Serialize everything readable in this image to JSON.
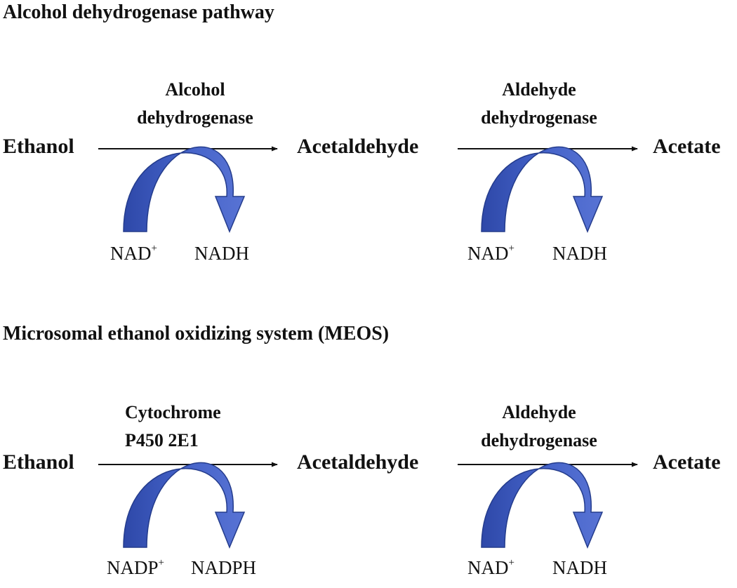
{
  "pathways": [
    {
      "title": "Alcohol dehydrogenase pathway",
      "nodes": [
        "Ethanol",
        "Acetaldehyde",
        "Acetate"
      ],
      "steps": [
        {
          "enzyme_line1": "Alcohol",
          "enzyme_line2": "dehydrogenase",
          "cofactor_in": "NAD",
          "cofactor_in_sup": "+",
          "cofactor_out": "NADH"
        },
        {
          "enzyme_line1": "Aldehyde",
          "enzyme_line2": "dehydrogenase",
          "cofactor_in": "NAD",
          "cofactor_in_sup": "+",
          "cofactor_out": "NADH"
        }
      ]
    },
    {
      "title": "Microsomal ethanol oxidizing system (MEOS)",
      "nodes": [
        "Ethanol",
        "Acetaldehyde",
        "Acetate"
      ],
      "steps": [
        {
          "enzyme_line1": "Cytochrome",
          "enzyme_line2": "P450 2E1",
          "cofactor_in": "NADP",
          "cofactor_in_sup": "+",
          "cofactor_out": "NADPH"
        },
        {
          "enzyme_line1": "Aldehyde",
          "enzyme_line2": "dehydrogenase",
          "cofactor_in": "NAD",
          "cofactor_in_sup": "+",
          "cofactor_out": "NADH"
        }
      ]
    }
  ],
  "colors": {
    "curved_arrow_fill": "#3f5cc0",
    "curved_arrow_stroke": "#243c8c",
    "line": "#111111"
  }
}
